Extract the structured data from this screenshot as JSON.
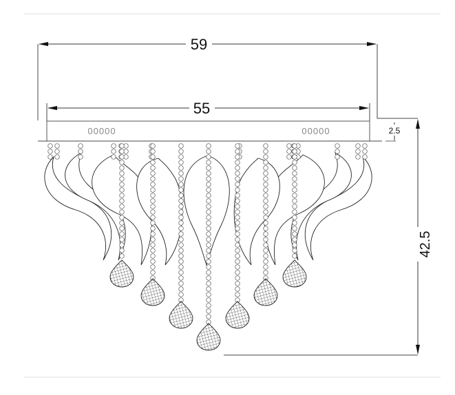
{
  "dimensions": {
    "overall_width": "59",
    "canopy_width": "55",
    "canopy_height": "2.5",
    "overall_height": "42.5"
  },
  "canopy": {
    "left_marking": "00000",
    "right_marking": "00000"
  },
  "colors": {
    "line": "#222222",
    "separator": "#dddddd"
  }
}
